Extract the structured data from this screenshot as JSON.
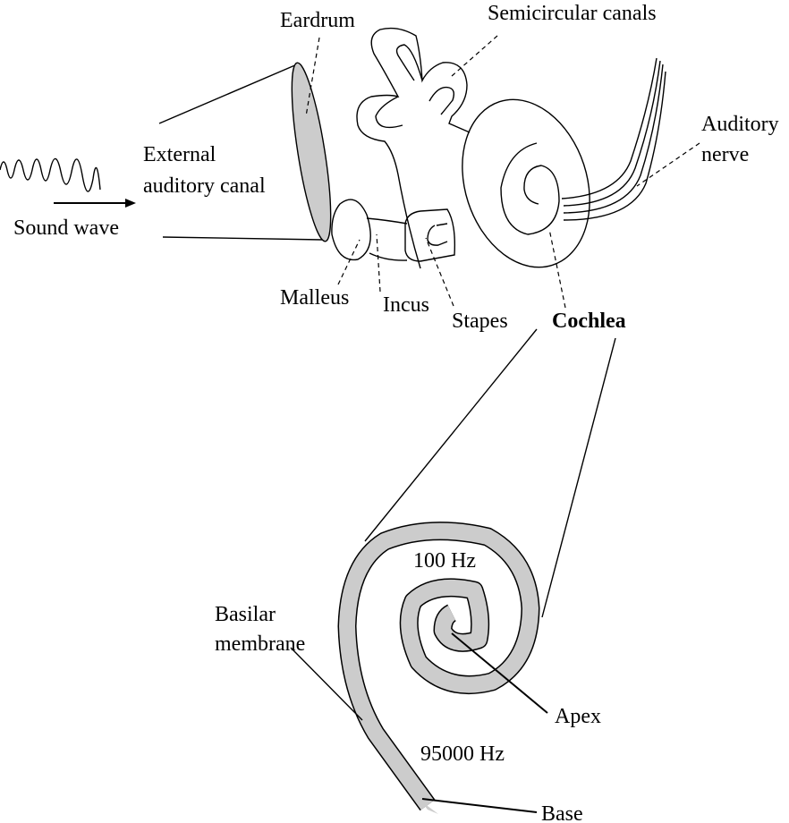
{
  "labels": {
    "eardrum": "Eardrum",
    "semicircular_canals": "Semicircular canals",
    "auditory_nerve_1": "Auditory",
    "auditory_nerve_2": "nerve",
    "external_canal_1": "External",
    "external_canal_2": "auditory canal",
    "sound_wave": "Sound wave",
    "malleus": "Malleus",
    "incus": "Incus",
    "stapes": "Stapes",
    "cochlea": "Cochlea",
    "low_freq": "100 Hz",
    "basilar_1": "Basilar",
    "basilar_2": "membrane",
    "apex": "Apex",
    "high_freq": "95000 Hz",
    "base": "Base"
  },
  "colors": {
    "membrane_fill": "#cccccc",
    "line": "#000000"
  }
}
